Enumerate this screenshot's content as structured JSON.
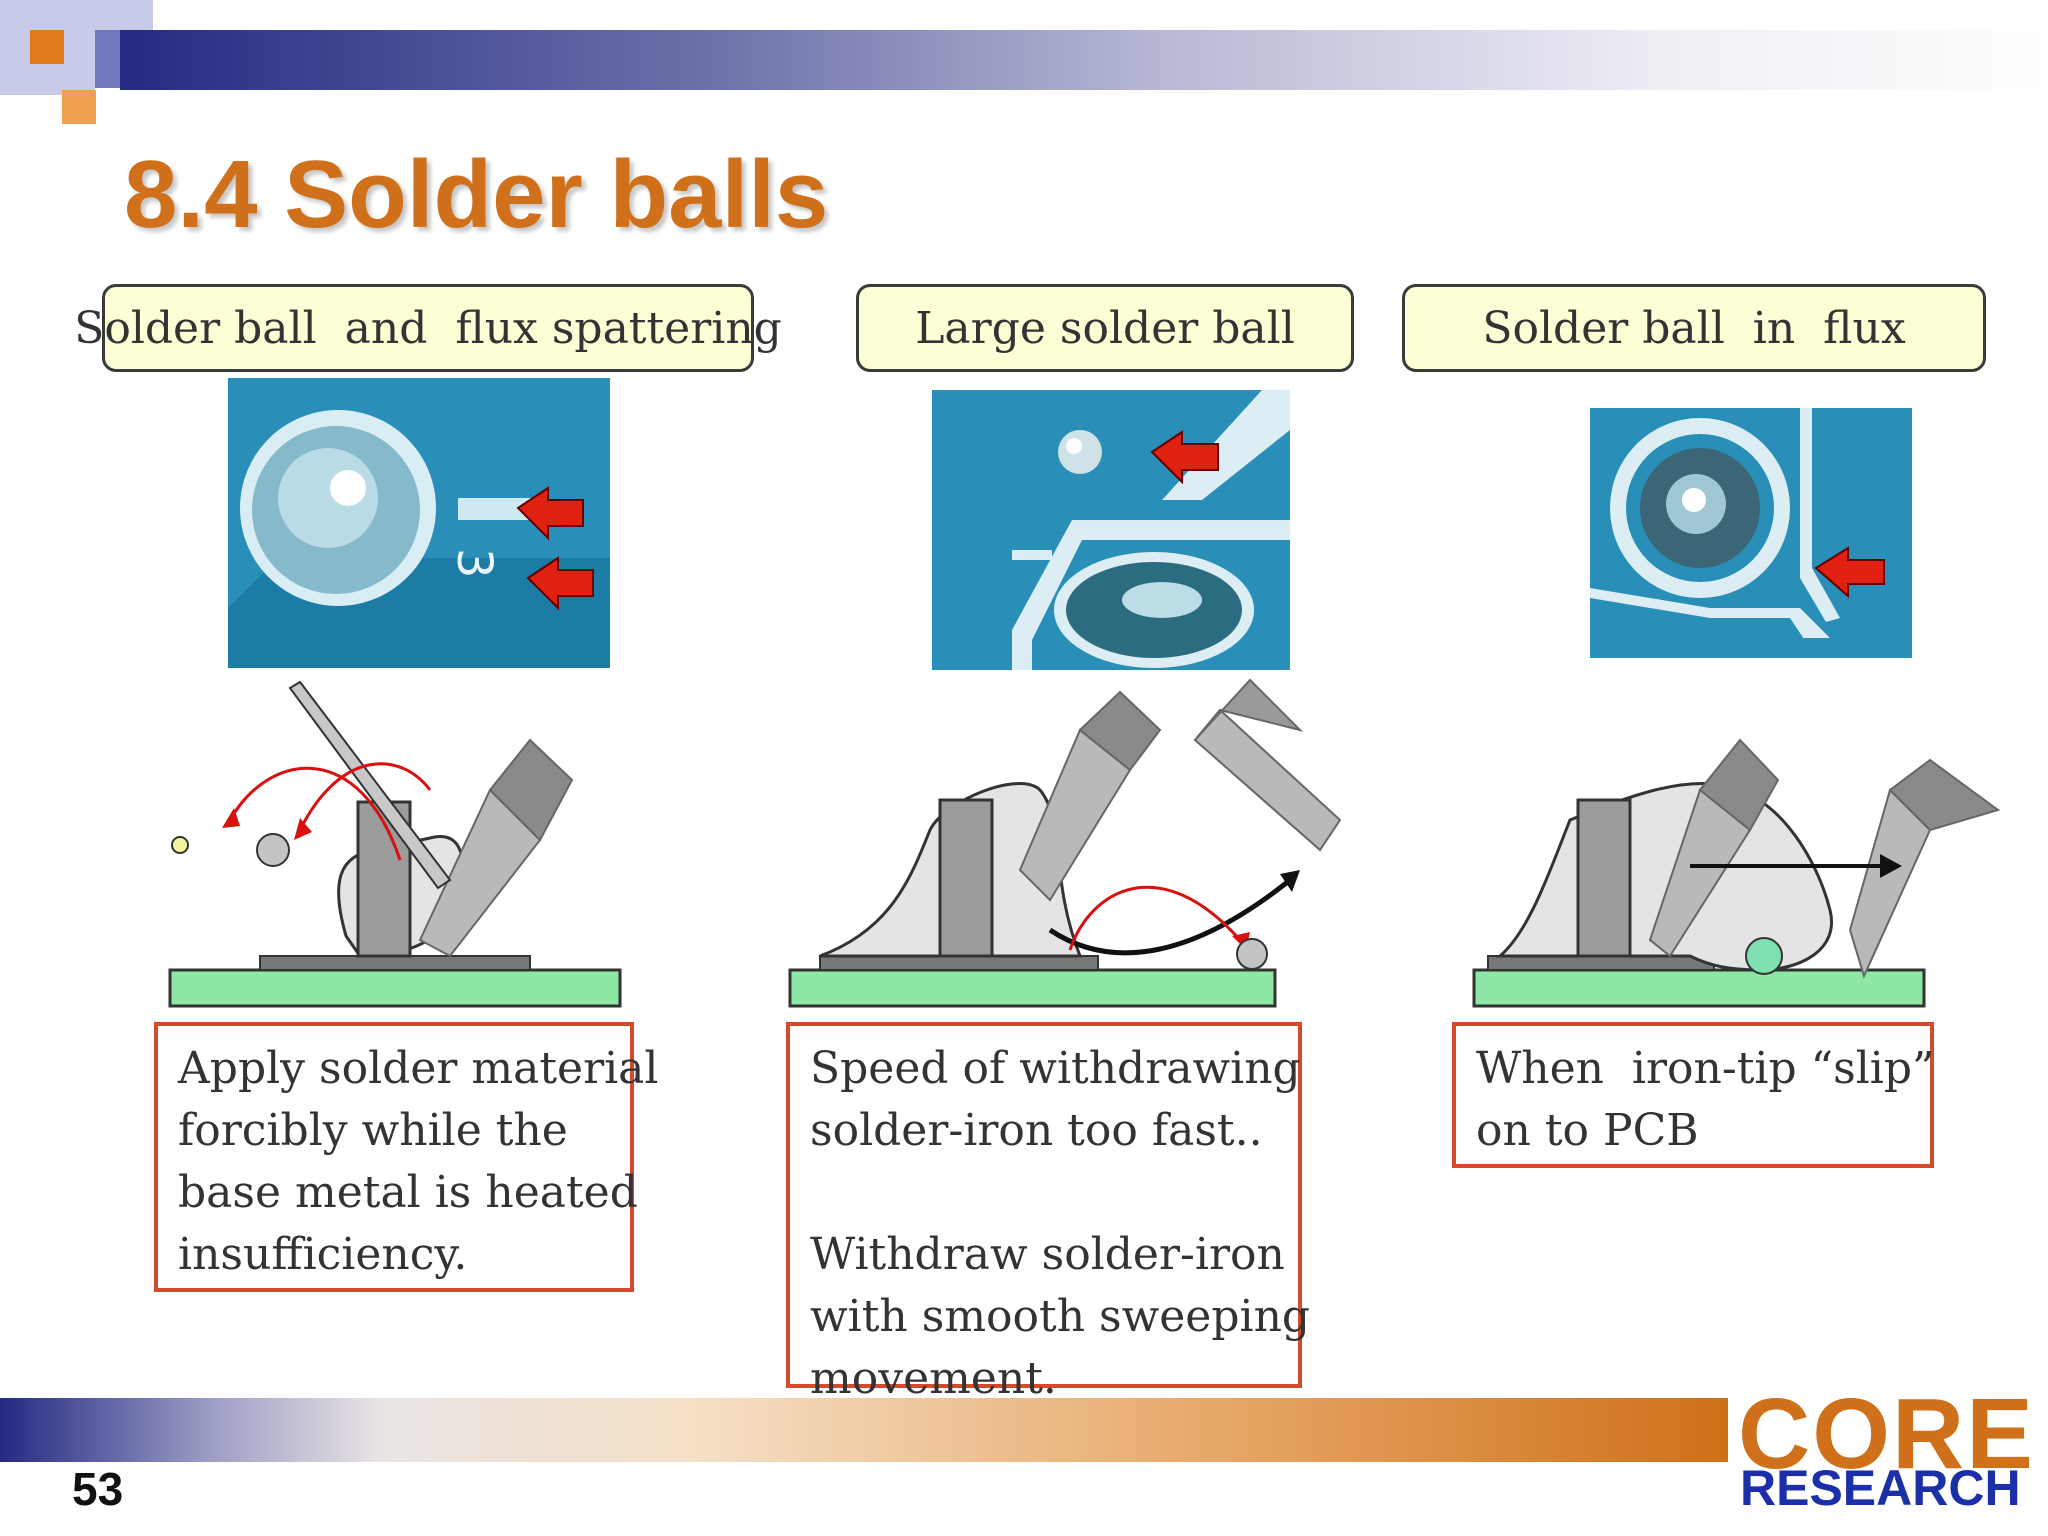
{
  "slide": {
    "title": "8.4 Solder balls",
    "page_number": "53"
  },
  "panels": [
    {
      "label": "Solder ball  and  flux spattering",
      "description": "Apply solder material\nforcibly while the\nbase metal is heated\ninsufficiency."
    },
    {
      "label": "Large solder ball",
      "description": "Speed of withdrawing\nsolder-iron too fast..\n\nWithdraw solder-iron\nwith smooth sweeping\nmovement."
    },
    {
      "label": "Solder ball  in  flux",
      "description": "When  iron-tip “slip”\non to PCB"
    }
  ],
  "logo": {
    "line1": "CORE",
    "line2": "RESEARCH"
  },
  "colors": {
    "title": "#d0701a",
    "label_box_fill": "#fdfdd6",
    "description_border": "#d44a2a",
    "pcb": "#8de8a5",
    "logo_blue": "#1b2fa8",
    "arrow_red": "#e02010"
  }
}
